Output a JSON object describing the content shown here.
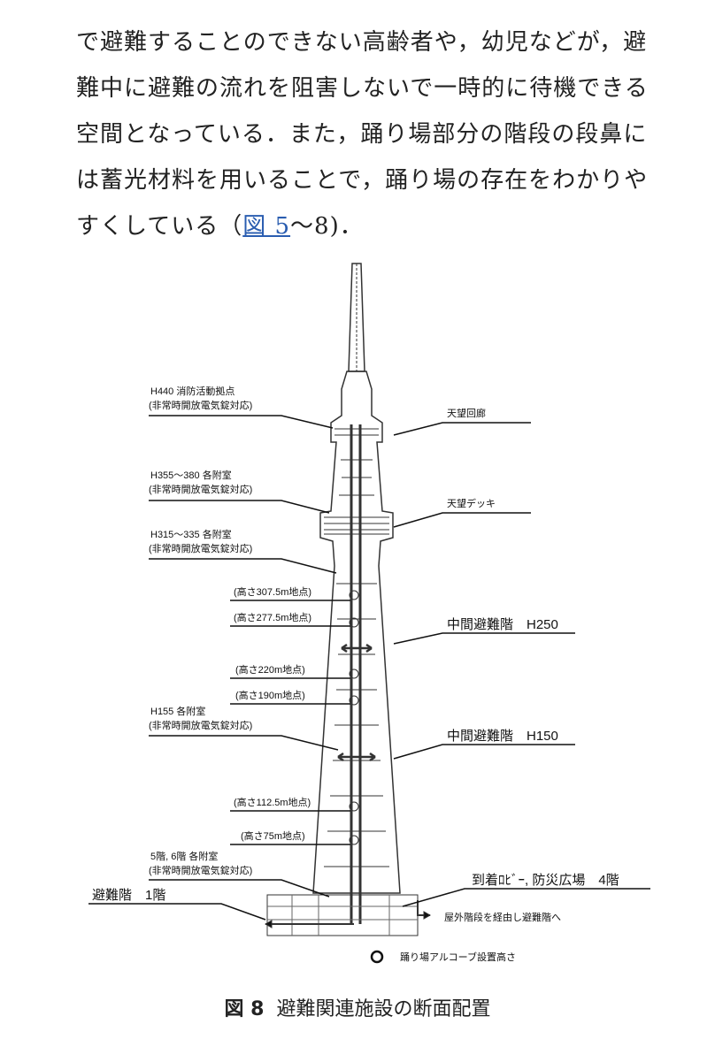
{
  "paragraph": {
    "lines": [
      "で避難することのできない高齢者や，幼児などが，避",
      "難中に避難の流れを阻害しないで一時的に待機できる",
      "空間となっている．また，踊り場部分の階段の段鼻に",
      "は蓄光材料を用いることで，踊り場の存在をわかりや"
    ],
    "last_line_prefix": "すくしている（",
    "last_line_link": "図 5",
    "last_line_suffix": "〜8)．"
  },
  "figure": {
    "left_labels": [
      {
        "title": "H440 消防活動拠点",
        "sub": "(非常時開放電気錠対応)"
      },
      {
        "title": "H355〜380 各附室",
        "sub": "(非常時開放電気錠対応)"
      },
      {
        "title": "H315〜335 各附室",
        "sub": "(非常時開放電気錠対応)"
      },
      {
        "title": "H155 各附室",
        "sub": "(非常時開放電気錠対応)"
      },
      {
        "title": "5階, 6階 各附室",
        "sub": "(非常時開放電気錠対応)"
      }
    ],
    "heights": [
      "(高さ307.5m地点)",
      "(高さ277.5m地点)",
      "(高さ220m地点)",
      "(高さ190m地点)",
      "(高さ112.5m地点)",
      "(高さ75m地点)"
    ],
    "right_labels": {
      "tembo_corridor": "天望回廊",
      "tembo_deck": "天望デッキ",
      "mid_h250": "中間避難階　H250",
      "mid_h150": "中間避難階　H150",
      "arrival": "到着ﾛﾋﾞｰ, 防災広場　4階",
      "outdoor": "屋外階段を経由し避難階へ"
    },
    "evac_floor": "避難階　1階",
    "legend": "踊り場アルコーブ設置高さ"
  },
  "caption": {
    "label": "図 8",
    "text": "避難関連施設の断面配置"
  }
}
